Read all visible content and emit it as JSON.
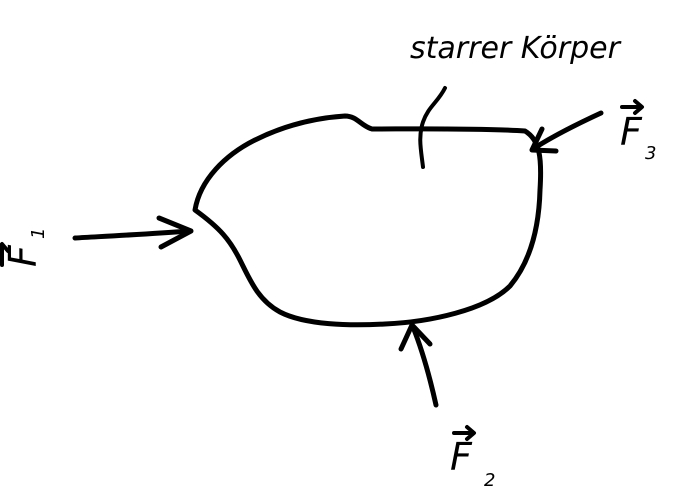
{
  "diagram": {
    "body_label": "starrer Körper",
    "forces": [
      {
        "id": "F1",
        "letter": "F",
        "subscript": "1"
      },
      {
        "id": "F2",
        "letter": "F",
        "subscript": "2"
      },
      {
        "id": "F3",
        "letter": "F",
        "subscript": "3"
      }
    ]
  },
  "colors": {
    "ink": "#000000",
    "background": "#ffffff"
  }
}
